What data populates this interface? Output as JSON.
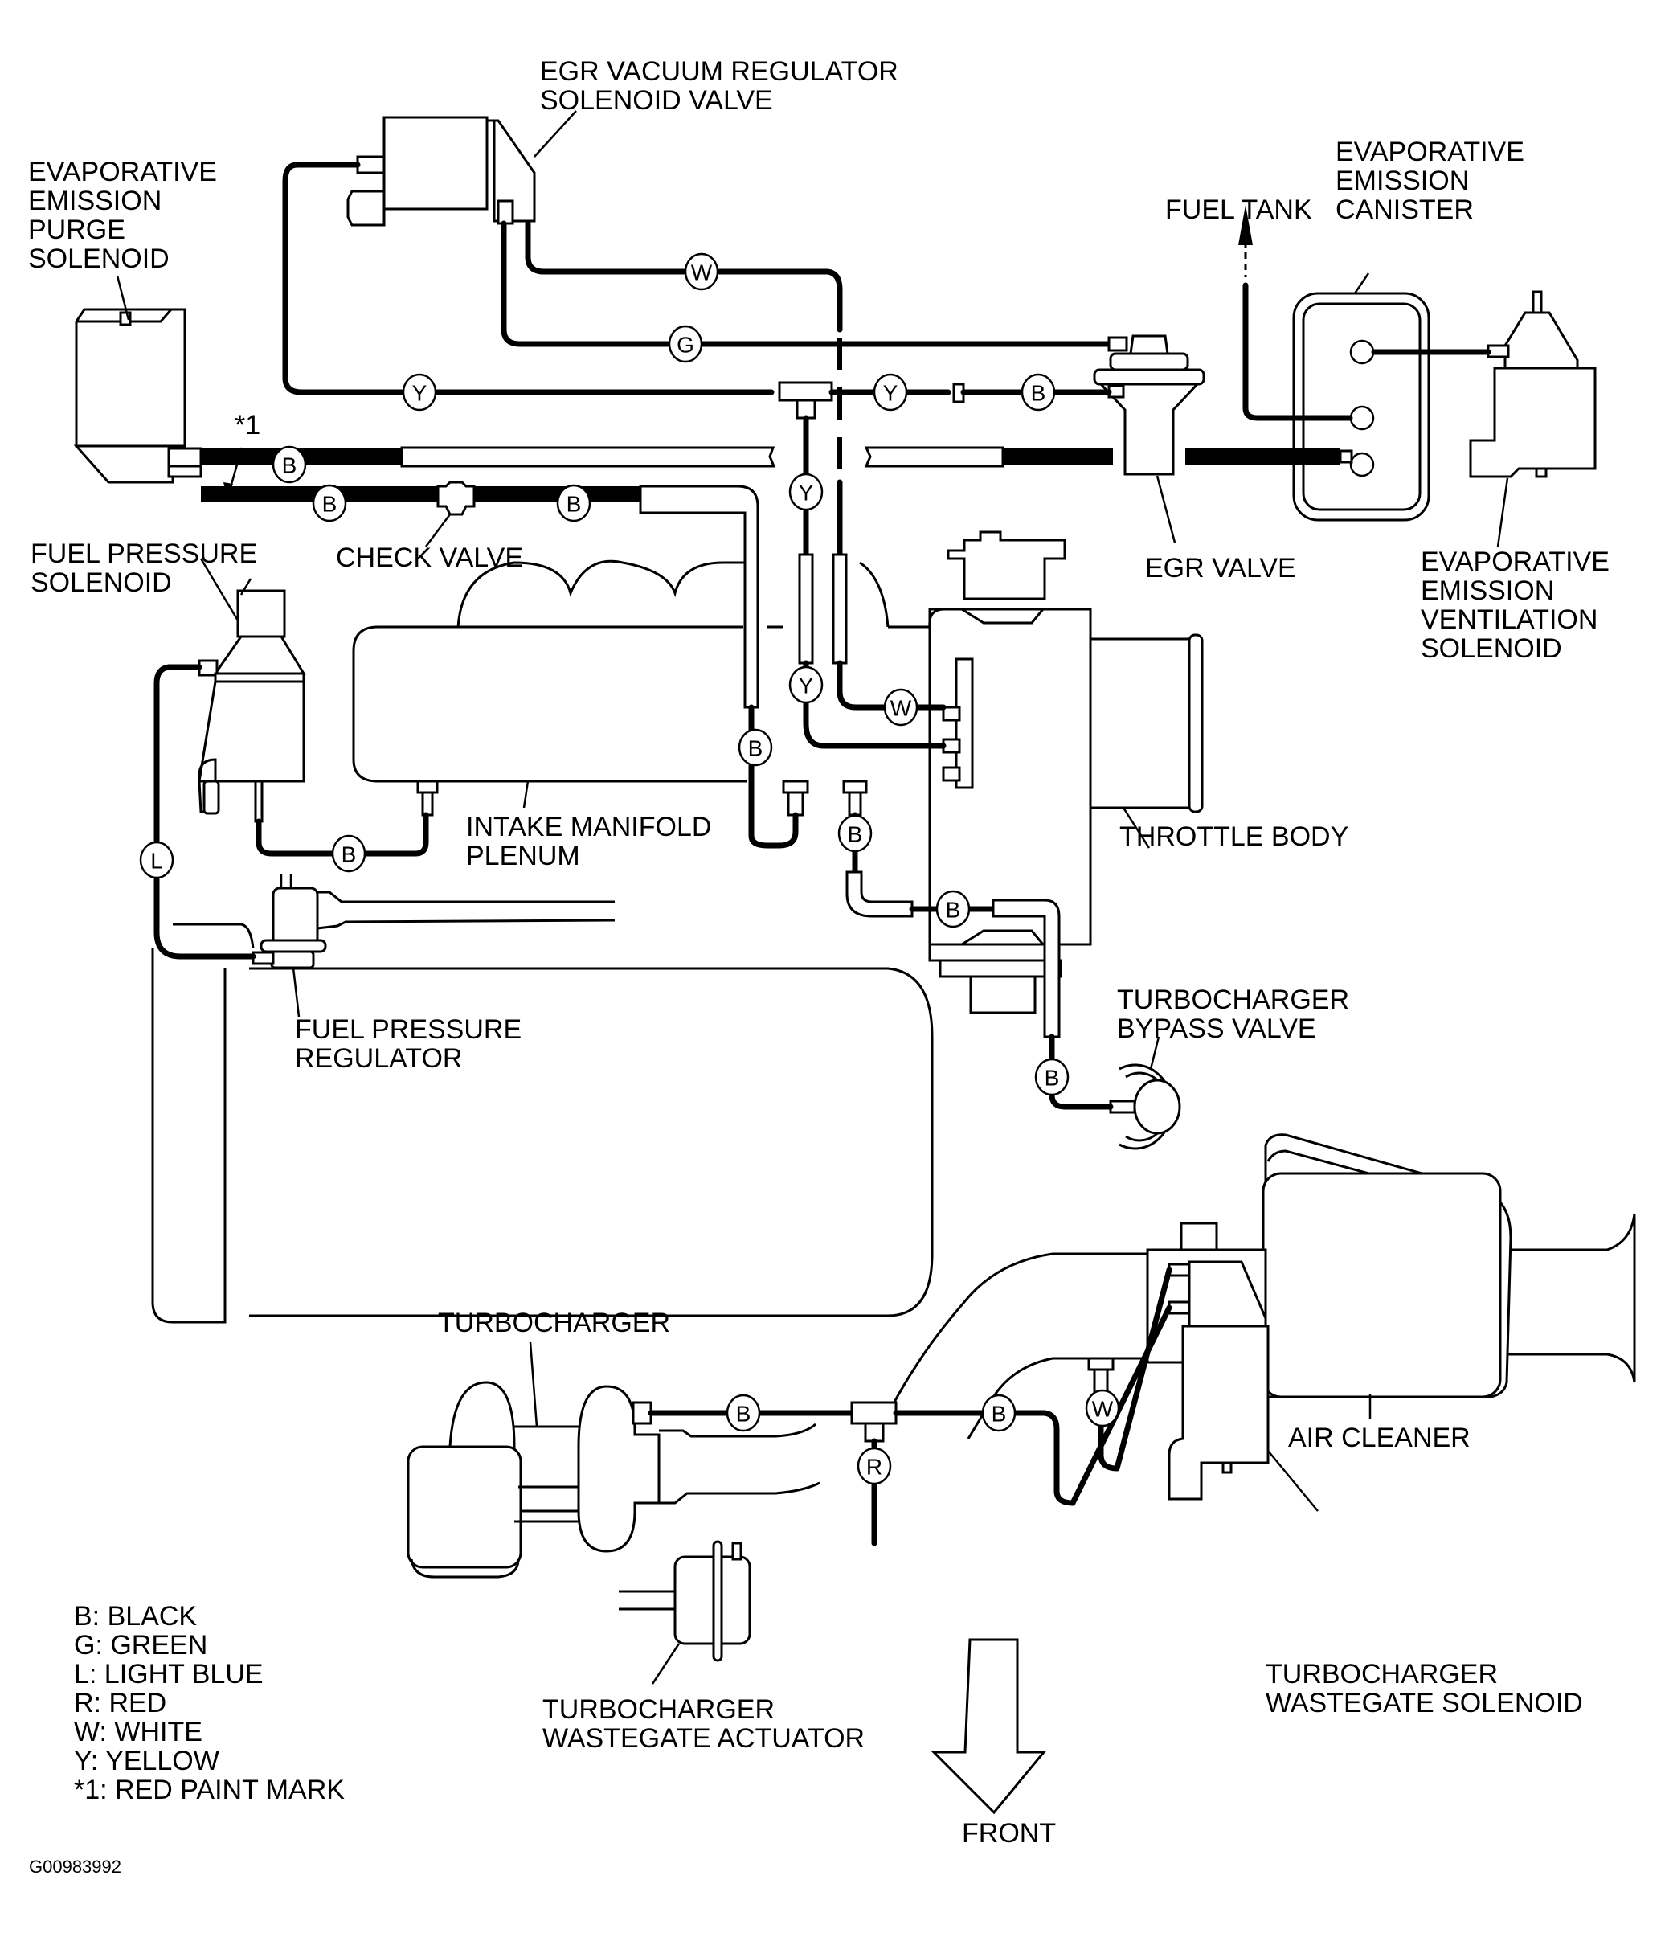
{
  "figure_id": "G00983992",
  "labels": {
    "egr_vacuum_regulator": [
      "EGR VACUUM REGULATOR",
      "SOLENOID VALVE"
    ],
    "evap_purge_solenoid": [
      "EVAPORATIVE",
      "EMISSION",
      "PURGE",
      "SOLENOID"
    ],
    "evap_canister": [
      "EVAPORATIVE",
      "EMISSION",
      "CANISTER"
    ],
    "fuel_tank": "FUEL TANK",
    "egr_valve": "EGR VALVE",
    "evap_ventilation_solenoid": [
      "EVAPORATIVE",
      "EMISSION",
      "VENTILATION",
      "SOLENOID"
    ],
    "red_paint_marker": "*1",
    "fuel_pressure_solenoid": [
      "FUEL PRESSURE",
      "SOLENOID"
    ],
    "check_valve": "CHECK VALVE",
    "intake_manifold_plenum": [
      "INTAKE MANIFOLD",
      "PLENUM"
    ],
    "throttle_body": "THROTTLE BODY",
    "fuel_pressure_regulator": [
      "FUEL PRESSURE",
      "REGULATOR"
    ],
    "turbo_bypass_valve": [
      "TURBOCHARGER",
      "BYPASS VALVE"
    ],
    "turbocharger": "TURBOCHARGER",
    "air_cleaner": "AIR CLEANER",
    "turbo_wastegate_solenoid": [
      "TURBOCHARGER",
      "WASTEGATE SOLENOID"
    ],
    "turbo_wastegate_actuator": [
      "TURBOCHARGER",
      "WASTEGATE ACTUATOR"
    ],
    "front": "FRONT"
  },
  "hose_tags": {
    "w_top": "W",
    "g_top": "G",
    "y_left": "Y",
    "y_right": "Y",
    "b_egr": "B",
    "b_purge_upper": "B",
    "b_purge_lower": "B",
    "b_check_right": "B",
    "y_vert_upper": "Y",
    "y_vert_lower": "Y",
    "w_throttle": "W",
    "b_manifold_down": "B",
    "l_fuel": "L",
    "b_fps": "B",
    "b_manifold2": "B",
    "b_bypass_mid": "B",
    "b_bypass_low": "B",
    "b_turbo_left": "B",
    "b_turbo_right": "B",
    "r_actuator": "R",
    "w_aircleaner": "W"
  },
  "legend": [
    "B: BLACK",
    "G: GREEN",
    "L: LIGHT BLUE",
    "R: RED",
    "W: WHITE",
    "Y: YELLOW",
    "*1: RED PAINT MARK"
  ]
}
